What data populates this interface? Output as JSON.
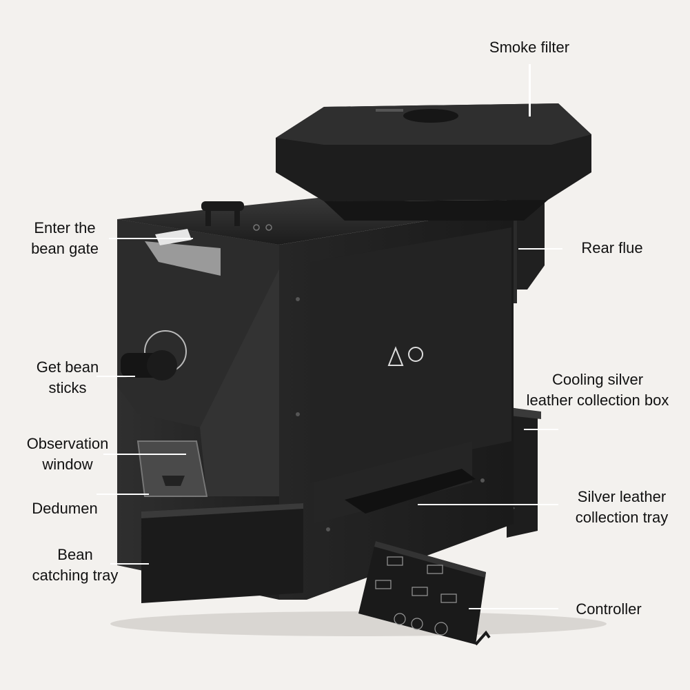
{
  "colors": {
    "background": "#f3f1ee",
    "machine_body": "#1e1e1e",
    "machine_panel": "#2a2a2a",
    "label_text": "#111111",
    "leader_line": "#ffffff"
  },
  "labels": {
    "smoke_filter": [
      "Smoke filter"
    ],
    "enter_bean_gate": [
      "Enter the",
      "bean gate"
    ],
    "rear_flue": [
      "Rear flue"
    ],
    "get_bean_sticks": [
      "Get bean",
      "sticks"
    ],
    "cooling_box": [
      "Cooling silver",
      "leather collection box"
    ],
    "observation_window": [
      "Observation",
      "window"
    ],
    "dedumen": [
      "Dedumen"
    ],
    "silver_leather_tray": [
      "Silver leather",
      "collection tray"
    ],
    "bean_catching_tray": [
      "Bean",
      "catching tray"
    ],
    "controller": [
      "Controller"
    ]
  }
}
